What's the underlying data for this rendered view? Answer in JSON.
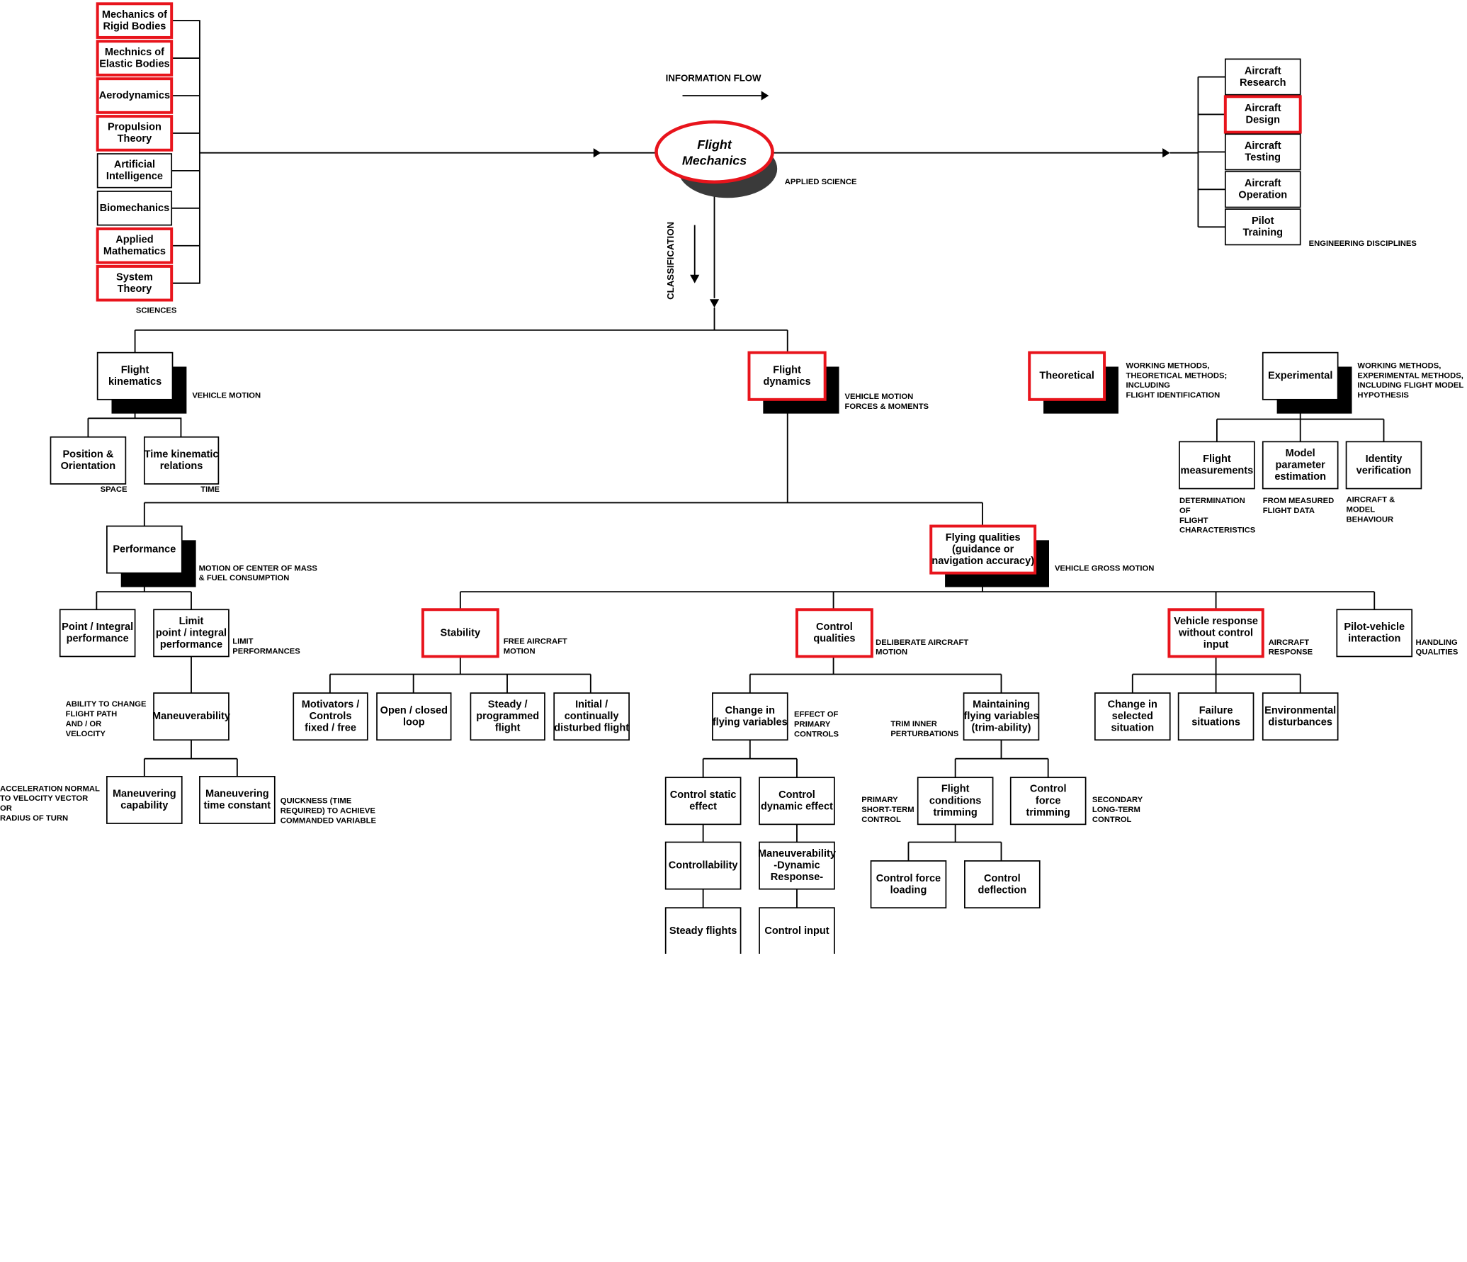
{
  "diagram": {
    "center": {
      "label": [
        "Flight",
        "Mechanics"
      ],
      "caption": "APPLIED SCIENCE"
    },
    "flow_labels": {
      "information_flow": "INFORMATION FLOW",
      "classification": "CLASSIFICATION"
    },
    "sciences": {
      "caption": "SCIENCES",
      "items": [
        {
          "label": [
            "Mechanics of",
            "Rigid Bodies"
          ],
          "highlighted": true
        },
        {
          "label": [
            "Mechnics of",
            "Elastic Bodies"
          ],
          "highlighted": true
        },
        {
          "label": [
            "Aerodynamics"
          ],
          "highlighted": true
        },
        {
          "label": [
            "Propulsion",
            "Theory"
          ],
          "highlighted": true
        },
        {
          "label": [
            "Artificial",
            "Intelligence"
          ],
          "highlighted": false
        },
        {
          "label": [
            "Biomechanics"
          ],
          "highlighted": false
        },
        {
          "label": [
            "Applied",
            "Mathematics"
          ],
          "highlighted": true
        },
        {
          "label": [
            "System",
            "Theory"
          ],
          "highlighted": true
        }
      ]
    },
    "engineering": {
      "caption": "ENGINEERING DISCIPLINES",
      "items": [
        {
          "label": [
            "Aircraft",
            "Research"
          ],
          "highlighted": false
        },
        {
          "label": [
            "Aircraft",
            "Design"
          ],
          "highlighted": true
        },
        {
          "label": [
            "Aircraft",
            "Testing"
          ],
          "highlighted": false
        },
        {
          "label": [
            "Aircraft",
            "Operation"
          ],
          "highlighted": false
        },
        {
          "label": [
            "Pilot",
            "Training"
          ],
          "highlighted": false
        }
      ]
    },
    "nodes": {
      "flight_kinematics": {
        "label": [
          "Flight",
          "kinematics"
        ],
        "note": [
          "VEHICLE MOTION"
        ]
      },
      "position_orientation": {
        "label": [
          "Position &",
          "Orientation"
        ],
        "note": [
          "SPACE"
        ]
      },
      "time_kinematic": {
        "label": [
          "Time kinematic",
          "relations"
        ],
        "note": [
          "TIME"
        ]
      },
      "flight_dynamics": {
        "label": [
          "Flight",
          "dynamics"
        ],
        "note": [
          "VEHICLE MOTION",
          "FORCES & MOMENTS"
        ]
      },
      "theoretical": {
        "label": [
          "Theoretical"
        ],
        "note": [
          "WORKING METHODS,",
          "THEORETICAL METHODS;",
          "INCLUDING",
          "FLIGHT IDENTIFICATION"
        ]
      },
      "experimental": {
        "label": [
          "Experimental"
        ],
        "note": [
          "WORKING METHODS,",
          "EXPERIMENTAL METHODS,",
          "INCLUDING FLIGHT MODEL",
          "HYPOTHESIS"
        ]
      },
      "flight_measurements": {
        "label": [
          "Flight",
          "measurements"
        ],
        "note": [
          "DETERMINATION",
          "OF",
          "FLIGHT",
          "CHARACTERISTICS"
        ]
      },
      "model_parameter": {
        "label": [
          "Model",
          "parameter",
          "estimation"
        ],
        "note": [
          "FROM MEASURED",
          "FLIGHT DATA"
        ]
      },
      "identity_verification": {
        "label": [
          "Identity",
          "verification"
        ],
        "note": [
          "AIRCRAFT &",
          "MODEL",
          "BEHAVIOUR"
        ]
      },
      "performance": {
        "label": [
          "Performance"
        ],
        "note": [
          "MOTION OF CENTER OF MASS",
          "& FUEL CONSUMPTION"
        ]
      },
      "point_integral": {
        "label": [
          "Point / Integral",
          "performance"
        ]
      },
      "limit_point": {
        "label": [
          "Limit",
          "point / integral",
          "performance"
        ],
        "note": [
          "LIMIT",
          "PERFORMANCES"
        ]
      },
      "maneuverability": {
        "label": [
          "Maneuverability"
        ],
        "note": [
          "ABILITY TO CHANGE",
          "FLIGHT PATH",
          "AND / OR",
          "VELOCITY"
        ]
      },
      "maneuvering_capability": {
        "label": [
          "Maneuvering",
          "capability"
        ],
        "note": [
          "ACCELERATION NORMAL",
          "TO VELOCITY VECTOR",
          "OR",
          "RADIUS OF TURN"
        ]
      },
      "maneuvering_time": {
        "label": [
          "Maneuvering",
          "time constant"
        ],
        "note": [
          "QUICKNESS (TIME",
          "REQUIRED) TO ACHIEVE",
          "COMMANDED VARIABLE"
        ]
      },
      "flying_qualities": {
        "label": [
          "Flying qualities",
          "(guidance or",
          "navigation accuracy)"
        ],
        "note": [
          "VEHICLE GROSS MOTION"
        ]
      },
      "stability": {
        "label": [
          "Stability"
        ],
        "note": [
          "FREE AIRCRAFT",
          "MOTION"
        ]
      },
      "motivators": {
        "label": [
          "Motivators /",
          "Controls",
          "fixed / free"
        ]
      },
      "open_closed": {
        "label": [
          "Open / closed",
          "loop"
        ]
      },
      "steady_programmed": {
        "label": [
          "Steady /",
          "programmed",
          "flight"
        ]
      },
      "initial_disturbed": {
        "label": [
          "Initial /",
          "continually",
          "disturbed flight"
        ]
      },
      "control_qualities": {
        "label": [
          "Control",
          "qualities"
        ],
        "note": [
          "DELIBERATE AIRCRAFT",
          "MOTION"
        ]
      },
      "change_flying": {
        "label": [
          "Change in",
          "flying variables"
        ],
        "note": [
          "EFFECT OF",
          "PRIMARY",
          "CONTROLS"
        ]
      },
      "control_static": {
        "label": [
          "Control static",
          "effect"
        ]
      },
      "controllability": {
        "label": [
          "Controllability"
        ]
      },
      "steady_flights": {
        "label": [
          "Steady flights"
        ]
      },
      "control_dynamic": {
        "label": [
          "Control",
          "dynamic effect"
        ]
      },
      "maneuverability_dynamic": {
        "label": [
          "Maneuverability",
          "-Dynamic",
          "Response-"
        ]
      },
      "control_input": {
        "label": [
          "Control input"
        ]
      },
      "maintaining": {
        "label": [
          "Maintaining",
          "flying variables",
          "(trim-ability)"
        ],
        "note": [
          "TRIM INNER",
          "PERTURBATIONS"
        ]
      },
      "flight_conditions": {
        "label": [
          "Flight",
          "conditions",
          "trimming"
        ],
        "note": [
          "PRIMARY",
          "SHORT-TERM",
          "CONTROL"
        ]
      },
      "control_force_trimming": {
        "label": [
          "Control",
          "force",
          "trimming"
        ],
        "note": [
          "SECONDARY",
          "LONG-TERM",
          "CONTROL"
        ]
      },
      "control_force_loading": {
        "label": [
          "Control force",
          "loading"
        ]
      },
      "control_deflection": {
        "label": [
          "Control",
          "deflection"
        ]
      },
      "vehicle_response": {
        "label": [
          "Vehicle response",
          "without control",
          "input"
        ],
        "note": [
          "AIRCRAFT",
          "RESPONSE"
        ]
      },
      "change_selected": {
        "label": [
          "Change in",
          "selected",
          "situation"
        ]
      },
      "failure_situations": {
        "label": [
          "Failure",
          "situations"
        ]
      },
      "environmental": {
        "label": [
          "Environmental",
          "disturbances"
        ]
      },
      "pilot_vehicle": {
        "label": [
          "Pilot-vehicle",
          "interaction"
        ],
        "note": [
          "HANDLING",
          "QUALITIES"
        ]
      }
    },
    "colors": {
      "highlight": "#e8141c",
      "line": "#000000",
      "shadow": "#000000",
      "ellipse_shadow": "#3a3a3a"
    }
  }
}
